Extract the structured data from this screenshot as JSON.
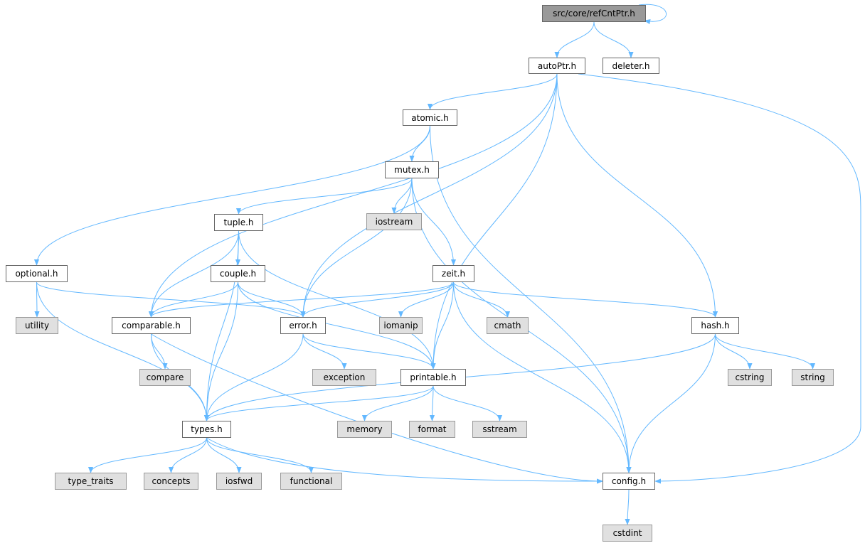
{
  "graph_title": "src/core/refCntPtr.h",
  "colors": {
    "edge": "#63b8ff",
    "root_fill": "#999999",
    "external_fill": "#e0e0e0",
    "node_border": "#666666"
  },
  "nodes": [
    {
      "id": "refCntPtr",
      "label": "src/core/refCntPtr.h",
      "kind": "root"
    },
    {
      "id": "autoPtr",
      "label": "autoPtr.h",
      "kind": "internal"
    },
    {
      "id": "deleter",
      "label": "deleter.h",
      "kind": "internal"
    },
    {
      "id": "atomic",
      "label": "atomic.h",
      "kind": "internal"
    },
    {
      "id": "mutex",
      "label": "mutex.h",
      "kind": "internal"
    },
    {
      "id": "iostream",
      "label": "iostream",
      "kind": "external"
    },
    {
      "id": "tuple",
      "label": "tuple.h",
      "kind": "internal"
    },
    {
      "id": "zeit",
      "label": "zeit.h",
      "kind": "internal"
    },
    {
      "id": "optional",
      "label": "optional.h",
      "kind": "internal"
    },
    {
      "id": "couple",
      "label": "couple.h",
      "kind": "internal"
    },
    {
      "id": "utility",
      "label": "utility",
      "kind": "external"
    },
    {
      "id": "comparable",
      "label": "comparable.h",
      "kind": "internal"
    },
    {
      "id": "error",
      "label": "error.h",
      "kind": "internal"
    },
    {
      "id": "iomanip",
      "label": "iomanip",
      "kind": "external"
    },
    {
      "id": "cmath",
      "label": "cmath",
      "kind": "external"
    },
    {
      "id": "hash",
      "label": "hash.h",
      "kind": "internal"
    },
    {
      "id": "compare",
      "label": "compare",
      "kind": "external"
    },
    {
      "id": "exception",
      "label": "exception",
      "kind": "external"
    },
    {
      "id": "printable",
      "label": "printable.h",
      "kind": "internal"
    },
    {
      "id": "cstring",
      "label": "cstring",
      "kind": "external"
    },
    {
      "id": "string",
      "label": "string",
      "kind": "external"
    },
    {
      "id": "types",
      "label": "types.h",
      "kind": "internal"
    },
    {
      "id": "memory",
      "label": "memory",
      "kind": "external"
    },
    {
      "id": "format",
      "label": "format",
      "kind": "external"
    },
    {
      "id": "sstream",
      "label": "sstream",
      "kind": "external"
    },
    {
      "id": "type_traits",
      "label": "type_traits",
      "kind": "external"
    },
    {
      "id": "concepts",
      "label": "concepts",
      "kind": "external"
    },
    {
      "id": "iosfwd",
      "label": "iosfwd",
      "kind": "external"
    },
    {
      "id": "functional",
      "label": "functional",
      "kind": "external"
    },
    {
      "id": "config",
      "label": "config.h",
      "kind": "internal"
    },
    {
      "id": "cstdint",
      "label": "cstdint",
      "kind": "external"
    }
  ],
  "edges": [
    [
      "refCntPtr",
      "refCntPtr"
    ],
    [
      "refCntPtr",
      "autoPtr"
    ],
    [
      "refCntPtr",
      "deleter"
    ],
    [
      "autoPtr",
      "atomic"
    ],
    [
      "autoPtr",
      "comparable"
    ],
    [
      "autoPtr",
      "error"
    ],
    [
      "autoPtr",
      "printable"
    ],
    [
      "autoPtr",
      "hash"
    ],
    [
      "autoPtr",
      "config"
    ],
    [
      "atomic",
      "mutex"
    ],
    [
      "atomic",
      "optional"
    ],
    [
      "atomic",
      "config"
    ],
    [
      "mutex",
      "tuple"
    ],
    [
      "mutex",
      "iostream"
    ],
    [
      "mutex",
      "zeit"
    ],
    [
      "mutex",
      "error"
    ],
    [
      "mutex",
      "config"
    ],
    [
      "tuple",
      "couple"
    ],
    [
      "tuple",
      "comparable"
    ],
    [
      "tuple",
      "types"
    ],
    [
      "tuple",
      "printable"
    ],
    [
      "optional",
      "utility"
    ],
    [
      "optional",
      "error"
    ],
    [
      "optional",
      "types"
    ],
    [
      "couple",
      "comparable"
    ],
    [
      "couple",
      "error"
    ],
    [
      "couple",
      "types"
    ],
    [
      "couple",
      "printable"
    ],
    [
      "zeit",
      "comparable"
    ],
    [
      "zeit",
      "error"
    ],
    [
      "zeit",
      "iomanip"
    ],
    [
      "zeit",
      "cmath"
    ],
    [
      "zeit",
      "printable"
    ],
    [
      "zeit",
      "config"
    ],
    [
      "zeit",
      "hash"
    ],
    [
      "comparable",
      "compare"
    ],
    [
      "comparable",
      "types"
    ],
    [
      "comparable",
      "config"
    ],
    [
      "error",
      "exception"
    ],
    [
      "error",
      "printable"
    ],
    [
      "error",
      "types"
    ],
    [
      "hash",
      "cstring"
    ],
    [
      "hash",
      "string"
    ],
    [
      "hash",
      "types"
    ],
    [
      "hash",
      "config"
    ],
    [
      "printable",
      "types"
    ],
    [
      "printable",
      "memory"
    ],
    [
      "printable",
      "format"
    ],
    [
      "printable",
      "sstream"
    ],
    [
      "types",
      "type_traits"
    ],
    [
      "types",
      "concepts"
    ],
    [
      "types",
      "iosfwd"
    ],
    [
      "types",
      "functional"
    ],
    [
      "types",
      "config"
    ],
    [
      "config",
      "cstdint"
    ]
  ]
}
